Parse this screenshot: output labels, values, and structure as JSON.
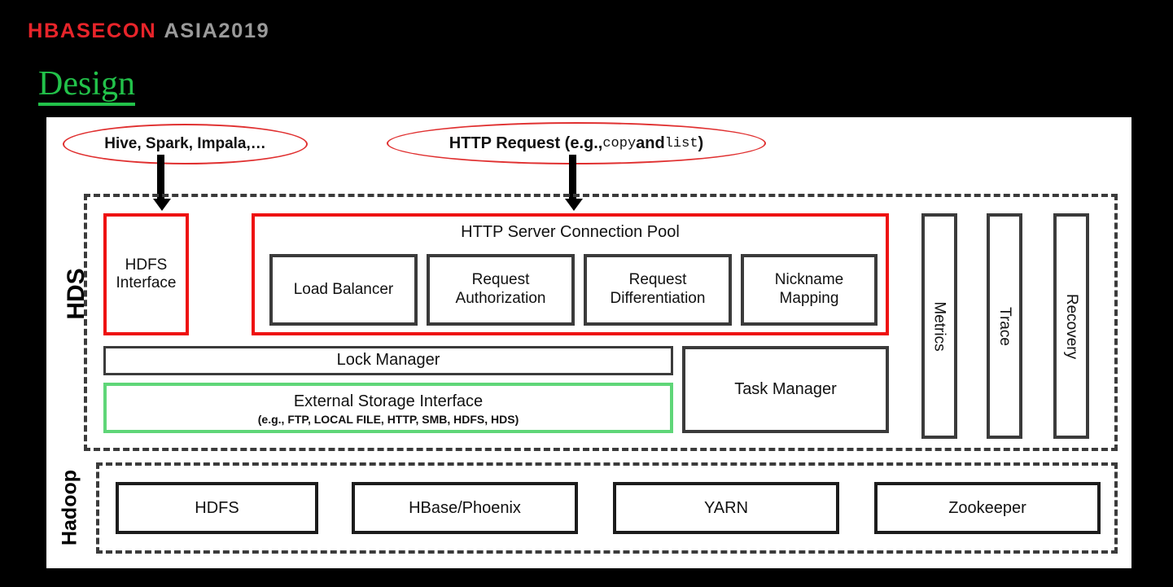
{
  "header": {
    "brand_primary": "HBASECON",
    "brand_secondary": "ASIA2019",
    "brand_primary_color": "#e8242a",
    "brand_secondary_color": "#9a9a9a"
  },
  "title": {
    "text": "Design",
    "color": "#22c24a"
  },
  "callouts": [
    {
      "id": "hive",
      "text": "Hive, Spark, Impala,…"
    },
    {
      "id": "http",
      "prefix": "HTTP Request (e.g., ",
      "code1": "copy",
      "middle": " and ",
      "code2": "list",
      "suffix": ")"
    }
  ],
  "layers": {
    "hds": {
      "label": "HDS",
      "hdfs_interface": "HDFS\nInterface",
      "hdfs_interface_line1": "HDFS",
      "hdfs_interface_line2": "Interface",
      "pool": {
        "title": "HTTP Server Connection Pool",
        "items": [
          {
            "line1": "Load Balancer",
            "line2": ""
          },
          {
            "line1": "Request",
            "line2": "Authorization"
          },
          {
            "line1": "Request",
            "line2": "Differentiation"
          },
          {
            "line1": "Nickname",
            "line2": "Mapping"
          }
        ]
      },
      "vertical_boxes": [
        {
          "label": "Metrics"
        },
        {
          "label": "Trace"
        },
        {
          "label": "Recovery"
        }
      ],
      "lock_manager": "Lock Manager",
      "external_storage": {
        "title": "External Storage Interface",
        "subtitle": "(e.g., FTP, LOCAL FILE, HTTP, SMB, HDFS, HDS)"
      },
      "task_manager": "Task Manager"
    },
    "hadoop": {
      "label": "Hadoop",
      "components": [
        {
          "label": "HDFS"
        },
        {
          "label": "HBase/Phoenix"
        },
        {
          "label": "YARN"
        },
        {
          "label": "Zookeeper"
        }
      ]
    }
  },
  "colors": {
    "highlight_red": "#ee1111",
    "highlight_green": "#5fd678",
    "box_border": "#3b3b3b",
    "callout_ring": "#e03030",
    "background": "#000000",
    "canvas": "#ffffff"
  }
}
